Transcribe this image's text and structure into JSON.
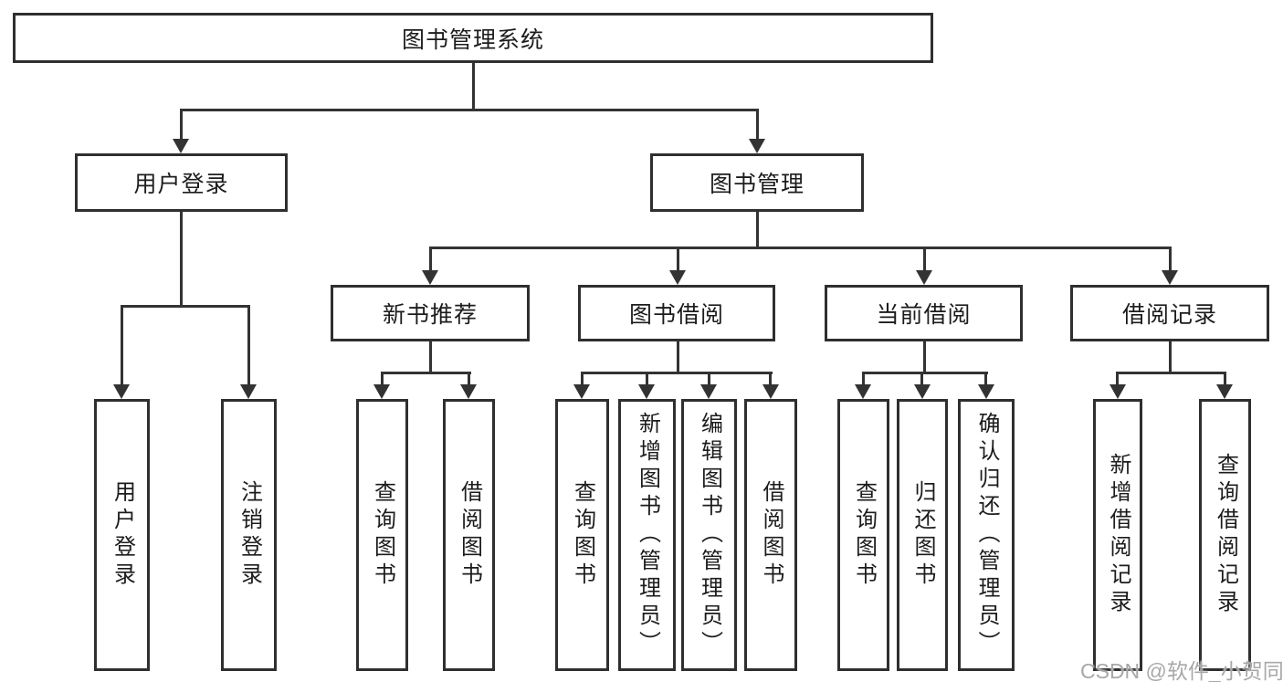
{
  "tree": {
    "root": {
      "label": "图书管理系统"
    },
    "level2": [
      {
        "label": "用户登录"
      },
      {
        "label": "图书管理"
      }
    ],
    "level3": [
      {
        "label": "新书推荐"
      },
      {
        "label": "图书借阅"
      },
      {
        "label": "当前借阅"
      },
      {
        "label": "借阅记录"
      }
    ],
    "leaves": {
      "user_login": [
        "用户登录",
        "注销登录"
      ],
      "new_book_recommend": [
        "查询图书",
        "借阅图书"
      ],
      "book_borrow": [
        "查询图书",
        "新增图书（管理员）",
        "编辑图书（管理员）",
        "借阅图书"
      ],
      "current_borrow": [
        "查询图书",
        "归还图书",
        "确认归还（管理员）"
      ],
      "borrow_records": [
        "新增借阅记录",
        "查询借阅记录"
      ]
    }
  },
  "watermark": {
    "text": "CSDN @软件_小贺同学"
  },
  "colors": {
    "line": "#333333",
    "border": "#2f2f2f",
    "text": "#1c1c1c",
    "background": "#ffffff",
    "watermark": "#a8a8a8"
  }
}
